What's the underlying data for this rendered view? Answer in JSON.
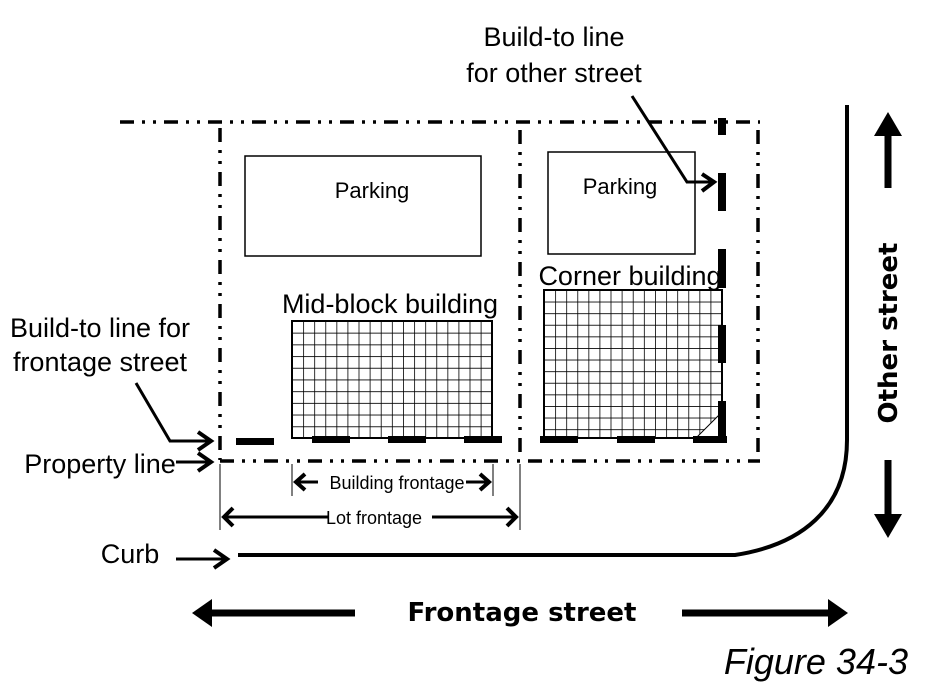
{
  "diagram": {
    "title": "Figure 34-3",
    "colors": {
      "ink": "#000000",
      "background": "#ffffff"
    },
    "labels": {
      "build_to_other_line1": "Build-to line",
      "build_to_other_line2": "for other street",
      "build_to_frontage_line1": "Build-to line for",
      "build_to_frontage_line2": "frontage street",
      "property_line": "Property line",
      "curb": "Curb",
      "building_frontage": "Building frontage",
      "lot_frontage": "Lot frontage",
      "frontage_street": "Frontage street",
      "other_street": "Other street"
    },
    "lots": [
      {
        "name": "mid-block-lot",
        "parking_label": "Parking",
        "building_label": "Mid-block building"
      },
      {
        "name": "corner-lot",
        "parking_label": "Parking",
        "building_label": "Corner building"
      }
    ]
  }
}
